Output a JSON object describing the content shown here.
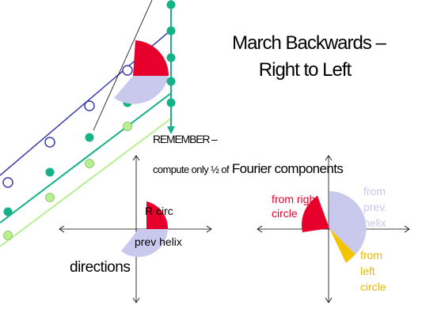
{
  "slide": {
    "title_line1": "March Backwards –",
    "title_line2": "Right to Left",
    "remember": "REMEMBER –",
    "compute_prefix": "compute only ½ of",
    "compute_suffix": "Fourier components",
    "directions": "directions"
  },
  "left_diagram": {
    "r_circ": "R circ",
    "prev_helix": "prev helix"
  },
  "right_diagram": {
    "from_right": [
      "from right",
      "circle"
    ],
    "from_prev": [
      "from",
      "prev.",
      "helix"
    ],
    "from_left": [
      "from",
      "left",
      "circle"
    ]
  },
  "colors": {
    "red": "#e8002c",
    "lavender": "#c9c9ee",
    "gold": "#f5c400",
    "blue": "#3b3bb0",
    "teal": "#14b286",
    "lightgreen": "#b8ef8f",
    "lightblue_text": "#c7c7f0",
    "yellow_text": "#e8b800"
  }
}
